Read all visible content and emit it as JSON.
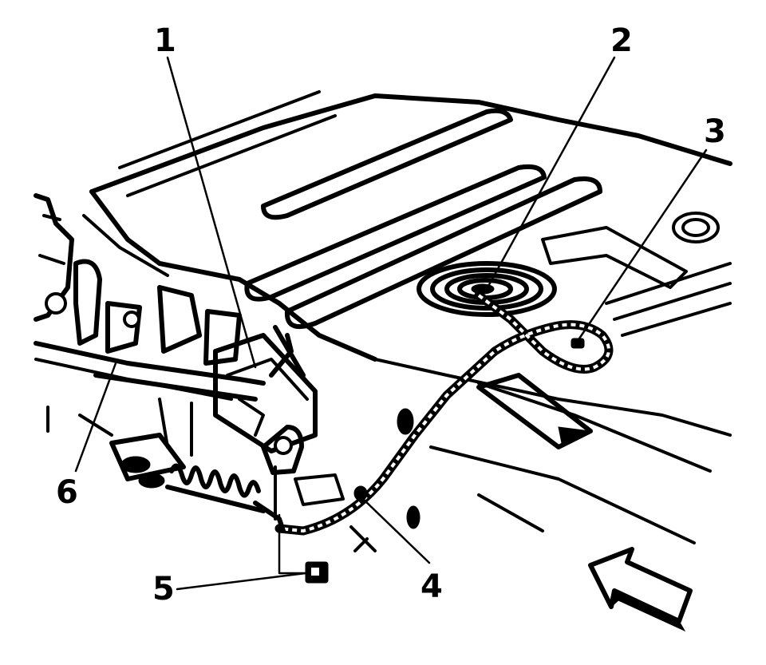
{
  "diagram": {
    "callouts": [
      {
        "id": "1",
        "label": "1"
      },
      {
        "id": "2",
        "label": "2"
      },
      {
        "id": "3",
        "label": "3"
      },
      {
        "id": "4",
        "label": "4"
      },
      {
        "id": "5",
        "label": "5"
      },
      {
        "id": "6",
        "label": "6"
      }
    ],
    "colors": {
      "ink": "#000000",
      "paper": "#ffffff"
    },
    "icons": [
      "direction-arrow-icon"
    ]
  }
}
